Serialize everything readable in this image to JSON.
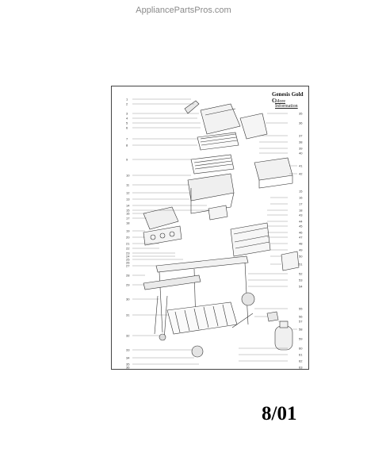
{
  "watermark": "AppliancePartsPros.com",
  "diagram": {
    "title": "Genesis Gold C",
    "subtitle": "More Information",
    "left_callouts": [
      "1",
      "2",
      "3",
      "4",
      "5",
      "6",
      "7",
      "8",
      "9",
      "10",
      "11",
      "12",
      "13",
      "14",
      "15",
      "16",
      "17",
      "18",
      "19",
      "20",
      "21",
      "22",
      "23",
      "24",
      "25",
      "26",
      "27",
      "28",
      "29",
      "30",
      "31",
      "32",
      "33",
      "34",
      "35",
      "36"
    ],
    "right_callouts": [
      "35",
      "36",
      "37",
      "38",
      "39",
      "40",
      "41",
      "42",
      "15",
      "16",
      "17",
      "18",
      "43",
      "44",
      "45",
      "46",
      "47",
      "48",
      "49",
      "50",
      "51",
      "52",
      "53",
      "54",
      "55",
      "56",
      "57",
      "58",
      "59",
      "60",
      "61",
      "62",
      "63"
    ]
  },
  "footer": {
    "date": "8/01"
  }
}
